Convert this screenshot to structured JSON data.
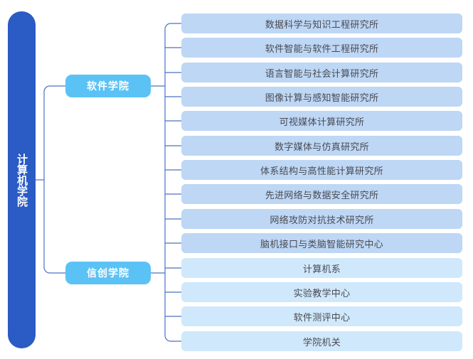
{
  "diagram": {
    "type": "organization-tree",
    "orientation": "horizontal-left-to-right",
    "colors": {
      "root_fill": "#2B5BC4",
      "root_text": "#FFFFFF",
      "branch_fill": "#5BC2F5",
      "branch_text": "#FFFFFF",
      "leaf_fill_group1": "#BDD7F5",
      "leaf_fill_group2": "#CFE8FB",
      "leaf_text": "#4A4A52",
      "connector": "#4A72C4",
      "background": "#FFFFFF"
    },
    "root": {
      "label": "计算机学院",
      "orientation": "vertical"
    },
    "branches": [
      {
        "label": "软件学院"
      },
      {
        "label": "信创学院"
      }
    ],
    "leaves": [
      {
        "label": "数据科学与知识工程研究所",
        "group": 1
      },
      {
        "label": "软件智能与软件工程研究所",
        "group": 1
      },
      {
        "label": "语言智能与社会计算研究所",
        "group": 1
      },
      {
        "label": "图像计算与感知智能研究所",
        "group": 1
      },
      {
        "label": "可视媒体计算研究所",
        "group": 1
      },
      {
        "label": "数字媒体与仿真研究所",
        "group": 1
      },
      {
        "label": "体系结构与高性能计算研究所",
        "group": 1
      },
      {
        "label": "先进网络与数据安全研究所",
        "group": 1
      },
      {
        "label": "网络攻防对抗技术研究所",
        "group": 1
      },
      {
        "label": "脑机接口与类脑智能研究中心",
        "group": 1
      },
      {
        "label": "计算机系",
        "group": 2
      },
      {
        "label": "实验教学中心",
        "group": 2
      },
      {
        "label": "软件测评中心",
        "group": 2
      },
      {
        "label": "学院机关",
        "group": 2
      }
    ]
  }
}
